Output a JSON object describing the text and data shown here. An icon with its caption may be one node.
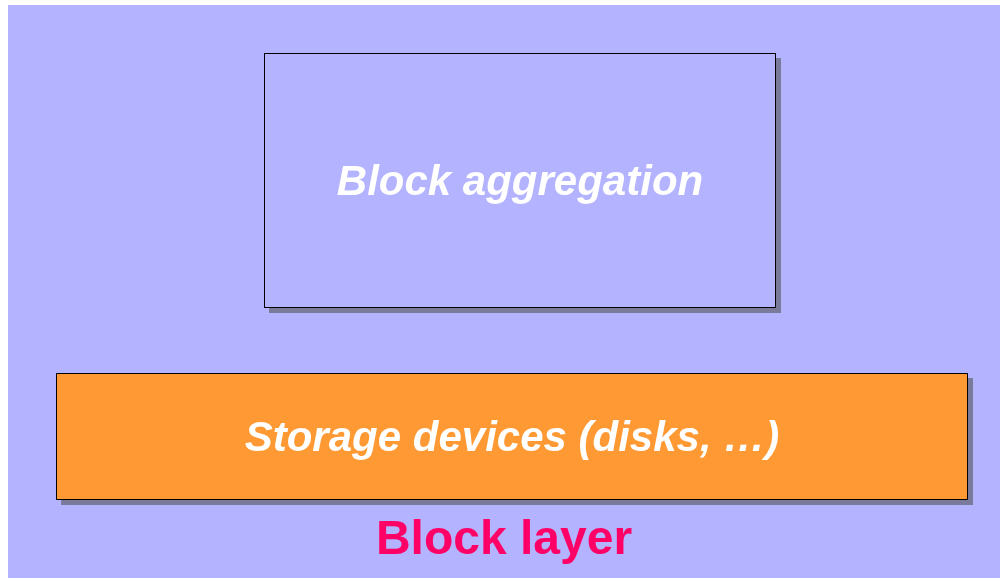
{
  "diagram": {
    "nodes": [
      {
        "text": [
          "Block layer"
        ]
      },
      {
        "text": [
          "Block aggregation"
        ],
        "in": 0
      },
      {
        "text": [
          "Storage devices (disks, …)"
        ],
        "in": 0
      }
    ]
  }
}
